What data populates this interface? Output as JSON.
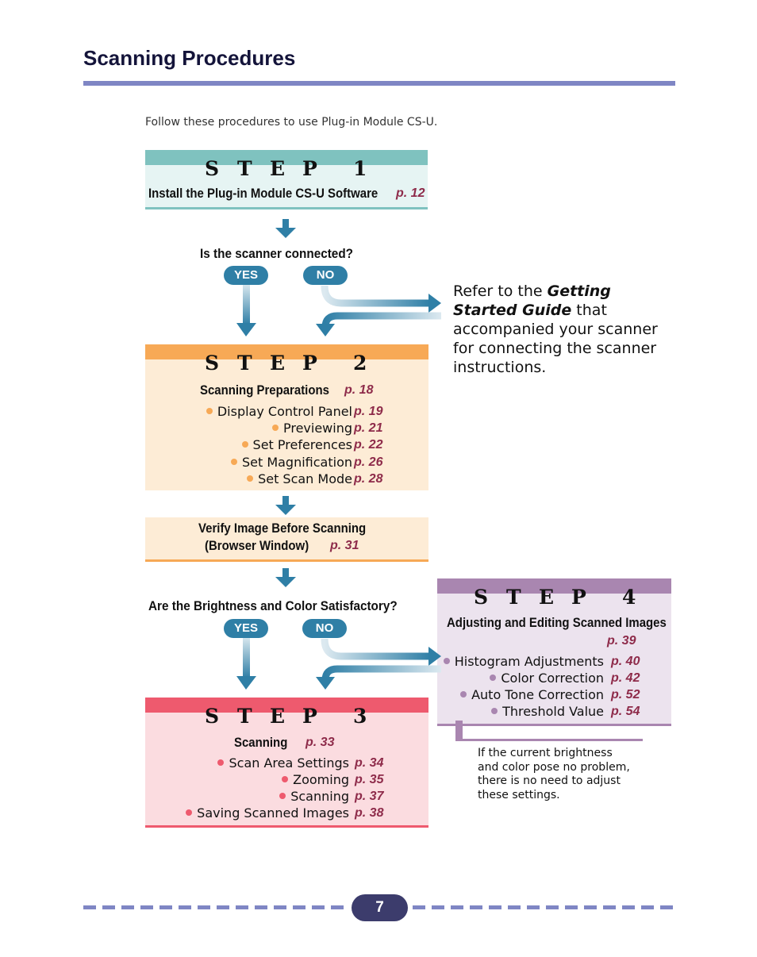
{
  "header": {
    "title": "Scanning Procedures",
    "intro": "Follow these procedures to use Plug-in Module CS-U."
  },
  "colors": {
    "title_bar": "#7f86c4",
    "step1": "#7fc2bf",
    "step1_bg": "#e6f4f3",
    "step2": "#f7a956",
    "step2_bg": "#fdecd6",
    "step3": "#ee5a6e",
    "step3_bg": "#fbdce0",
    "step4": "#a986b0",
    "step4_bg": "#ece3ee",
    "arrow": "#2f7fa6"
  },
  "step_word": [
    "S",
    "T",
    "E",
    "P"
  ],
  "step1": {
    "number": "1",
    "heading": "Install the Plug-in Module CS-U Software",
    "page": "p. 12"
  },
  "question1": {
    "text": "Is the scanner connected?",
    "yes": "YES",
    "no": "NO"
  },
  "note1": {
    "prefix": "Refer to the ",
    "emph": "Getting Started Guide",
    "suffix": " that accompanied your scanner for connecting the scanner instructions."
  },
  "step2": {
    "number": "2",
    "heading": "Scanning Preparations",
    "page": "p. 18",
    "items": [
      {
        "label": "Display Control Panel",
        "page": "p. 19"
      },
      {
        "label": "Previewing",
        "page": "p. 21"
      },
      {
        "label": "Set Preferences",
        "page": "p. 22"
      },
      {
        "label": "Set Magnification",
        "page": "p. 26"
      },
      {
        "label": "Set Scan Mode",
        "page": "p. 28"
      }
    ]
  },
  "verify": {
    "line1": "Verify Image Before Scanning",
    "line2": "(Browser Window)",
    "page": "p. 31"
  },
  "question2": {
    "text": "Are the Brightness and Color Satisfactory?",
    "yes": "YES",
    "no": "NO"
  },
  "step3": {
    "number": "3",
    "heading": "Scanning",
    "page": "p. 33",
    "items": [
      {
        "label": "Scan Area Settings",
        "page": "p. 34"
      },
      {
        "label": "Zooming",
        "page": "p. 35"
      },
      {
        "label": "Scanning",
        "page": "p. 37"
      },
      {
        "label": "Saving Scanned Images",
        "page": "p. 38"
      }
    ]
  },
  "step4": {
    "number": "4",
    "heading": "Adjusting and Editing Scanned Images",
    "page": "p. 39",
    "items": [
      {
        "label": "Histogram Adjustments",
        "page": "p. 40"
      },
      {
        "label": "Color Correction",
        "page": "p. 42"
      },
      {
        "label": "Auto Tone Correction",
        "page": "p. 52"
      },
      {
        "label": "Threshold Value",
        "page": "p. 54"
      }
    ]
  },
  "note2": {
    "lines": [
      "If the current brightness",
      "and color pose no problem,",
      "there is no need to adjust",
      "these settings."
    ]
  },
  "footer": {
    "page_number": "7"
  }
}
